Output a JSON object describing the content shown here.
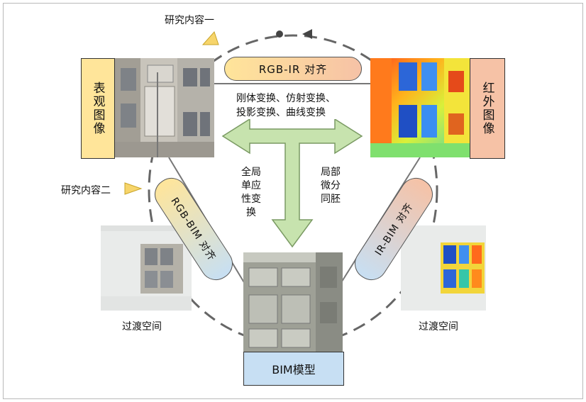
{
  "research": {
    "content_one": "研究内容一",
    "content_two": "研究内容二"
  },
  "boxes": {
    "rgb": "表观图像",
    "ir": "红外图像",
    "bim": "BIM模型"
  },
  "pills": {
    "rgb_ir": "RGB-IR 对齐",
    "rgb_bim": "RGB-BIM 对齐",
    "ir_bim": "IR-BIM 对齐"
  },
  "transforms": {
    "line1": "刚体变换、仿射变换、",
    "line2": "投影变换、曲线变换"
  },
  "arrow_labels": {
    "global": "全局单应性变换",
    "local": "局部微分同胚"
  },
  "transition": {
    "left": "过渡空间",
    "right": "过渡空间"
  },
  "colors": {
    "yellow_box": "#ffe59a",
    "salmon_box": "#f6c2a6",
    "blue_box": "#c7dff3",
    "green_arrow": "#c7e3ae",
    "dashed_circle": "#666666"
  }
}
